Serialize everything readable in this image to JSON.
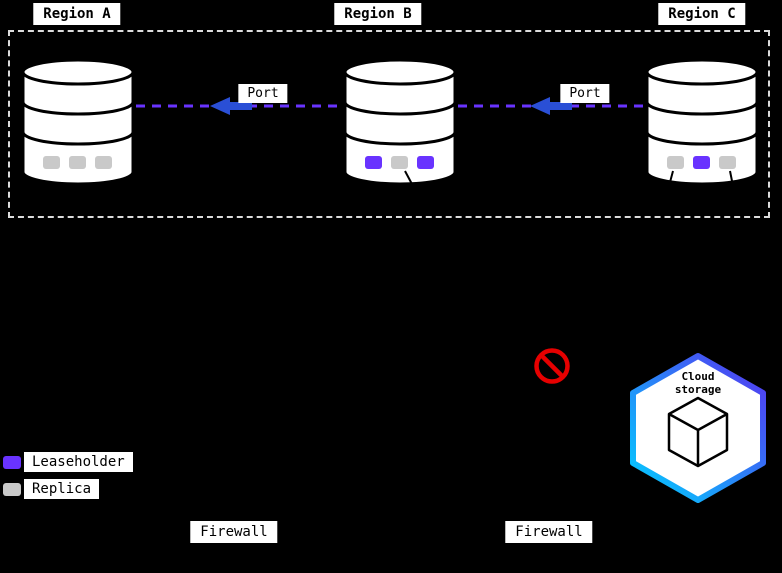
{
  "regions": [
    {
      "label": "Region A",
      "squares": [
        {
          "type": "replica",
          "color": "#c9c9c9"
        },
        {
          "type": "replica",
          "color": "#c9c9c9"
        },
        {
          "type": "replica",
          "color": "#c9c9c9"
        }
      ]
    },
    {
      "label": "Region B",
      "squares": [
        {
          "type": "leaseholder",
          "color": "#6933ff"
        },
        {
          "type": "replica",
          "color": "#c9c9c9"
        },
        {
          "type": "leaseholder",
          "color": "#6933ff"
        }
      ]
    },
    {
      "label": "Region C",
      "squares": [
        {
          "type": "replica",
          "color": "#c9c9c9"
        },
        {
          "type": "leaseholder",
          "color": "#6933ff"
        },
        {
          "type": "replica",
          "color": "#c9c9c9"
        }
      ]
    }
  ],
  "connections": [
    {
      "label": "Port"
    },
    {
      "label": "Port"
    }
  ],
  "firewalls": [
    {
      "label": "Firewall"
    },
    {
      "label": "Firewall"
    }
  ],
  "cloud_storage": {
    "line1": "Cloud",
    "line2": "storage"
  },
  "legend": {
    "items": [
      {
        "label": "Leaseholder",
        "color": "#6933ff"
      },
      {
        "label": "Replica",
        "color": "#c9c9c9"
      }
    ]
  },
  "colors": {
    "background": "#000000",
    "leaseholder": "#6933ff",
    "replica": "#c9c9c9",
    "dashed_link": "#6933ff",
    "arrow": "#2a4fd6",
    "prohibition": "#e60000",
    "hex_gradient_start": "#00d0ff",
    "hex_gradient_end": "#5733f0",
    "cluster_border": "#dcdcdc"
  }
}
